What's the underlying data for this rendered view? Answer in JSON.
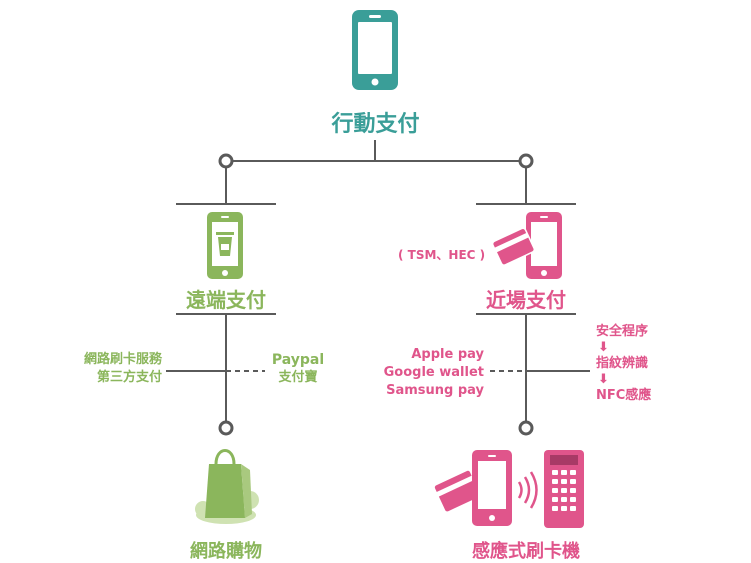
{
  "colors": {
    "teal": "#3a9e98",
    "green": "#8bb65c",
    "pink": "#e0558b",
    "line": "#5a5a5a"
  },
  "root": {
    "title": "行動支付",
    "icon": "smartphone-icon"
  },
  "remote": {
    "title": "遠端支付",
    "icon": "phone-atm-icon",
    "left_labels": [
      "網路刷卡服務",
      "第三方支付"
    ],
    "right_labels": [
      "Paypal",
      "支付寶"
    ],
    "leaf_title": "網路購物",
    "leaf_icon": "shopping-bag-icon"
  },
  "proximity": {
    "title": "近場支付",
    "icon": "phone-card-icon",
    "note": "( TSM、HEC )",
    "left_labels": [
      "Apple pay",
      "Google wallet",
      "Samsung pay"
    ],
    "right_labels": [
      "安全程序",
      "⬇",
      "指紋辨識",
      "⬇",
      "NFC感應"
    ],
    "leaf_title": "感應式刷卡機",
    "leaf_icon": "nfc-card-reader-icon"
  }
}
